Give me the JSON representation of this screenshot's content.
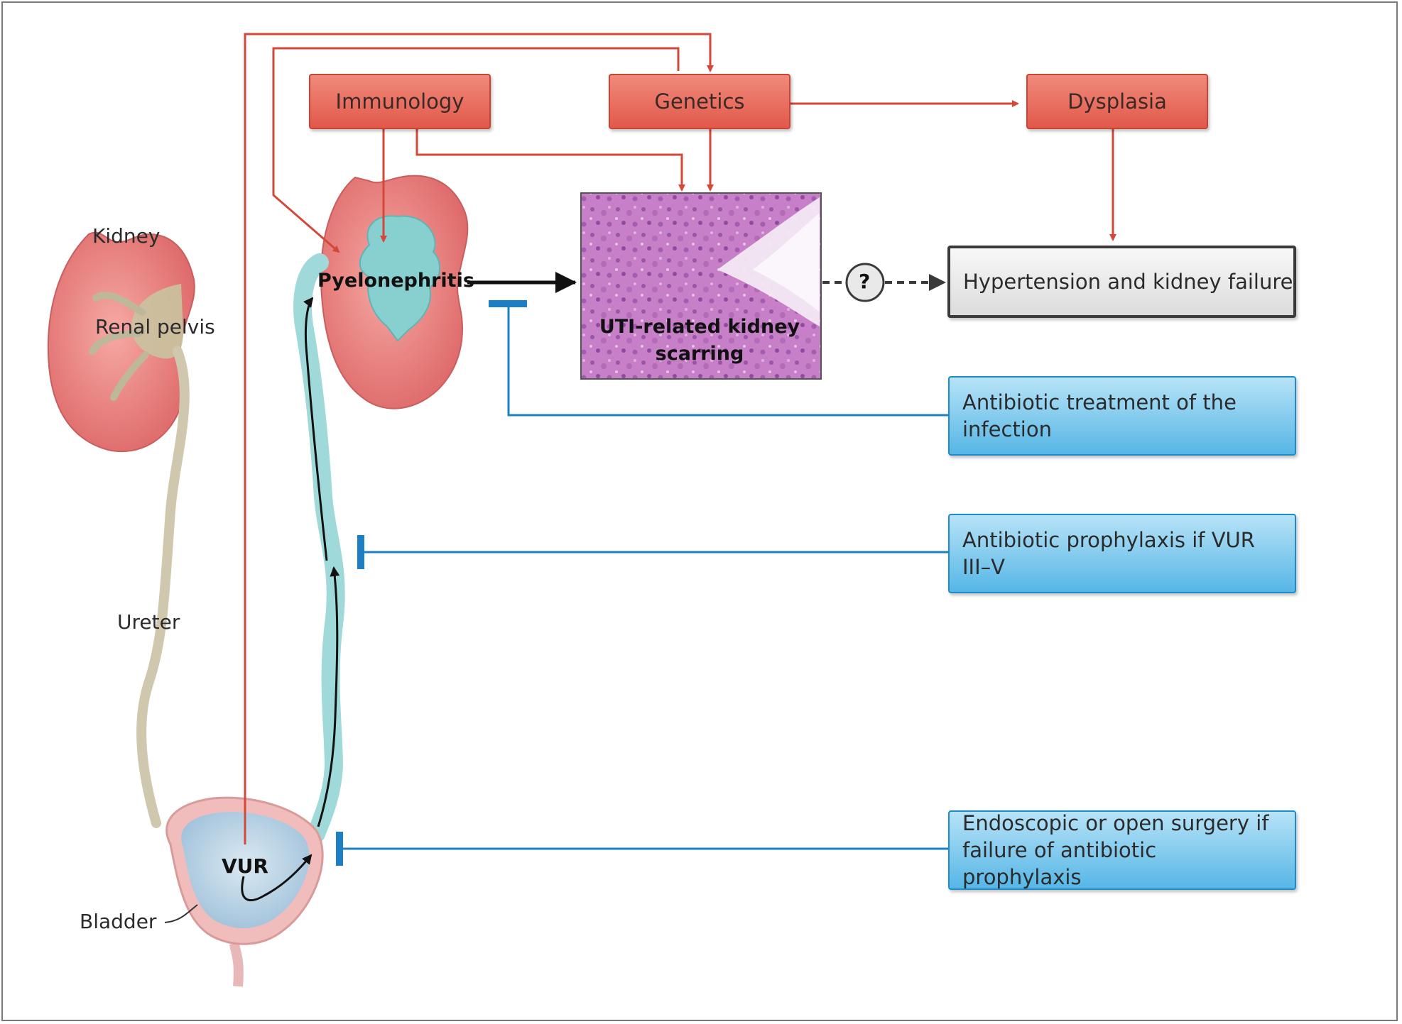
{
  "boxes": {
    "immunology": "Immunology",
    "genetics": "Genetics",
    "dysplasia": "Dysplasia",
    "hypertension": "Hypertension and kidney failure",
    "antibiotic_treatment": "Antibiotic treatment of the infection",
    "antibiotic_prophylaxis": "Antibiotic prophylaxis if VUR III–V",
    "surgery": "Endoscopic or open surgery if failure of antibiotic prophylaxis"
  },
  "labels": {
    "kidney": "Kidney",
    "renal_pelvis": "Renal pelvis",
    "ureter": "Ureter",
    "bladder": "Bladder",
    "vur": "VUR",
    "pyelonephritis": "Pyelonephritis",
    "scarring": "UTI-related kidney scarring",
    "question": "?"
  },
  "colors": {
    "red_arrow": "#d2493a",
    "blue_inhibit": "#1c7fc3",
    "black_arrow": "#111111",
    "kidney_pink": "#ea7c7c",
    "pelvis_teal": "#9fd9d9",
    "bladder_blue": "#b9d4e6"
  }
}
